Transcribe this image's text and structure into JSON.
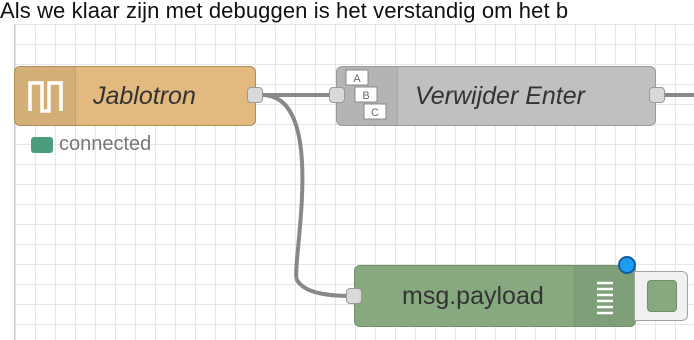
{
  "caption": "Als we klaar zijn met debuggen is het verstandig om het b",
  "nodes": {
    "jablotron": {
      "label": "Jablotron",
      "icon": "serial-port-icon",
      "color": "#E2B97F"
    },
    "verwijder_enter": {
      "label": "Verwijder Enter",
      "icon": "change-abc-icon",
      "color": "#C0C0C0",
      "icon_letters": [
        "A",
        "B",
        "C"
      ]
    },
    "debug": {
      "label": "msg.payload",
      "icon": "debug-list-icon",
      "color": "#87A980"
    }
  },
  "status": {
    "text": "connected",
    "color": "#4C9C7E"
  },
  "colors": {
    "changed_indicator": "#1E9CF0",
    "wire": "#888888"
  }
}
